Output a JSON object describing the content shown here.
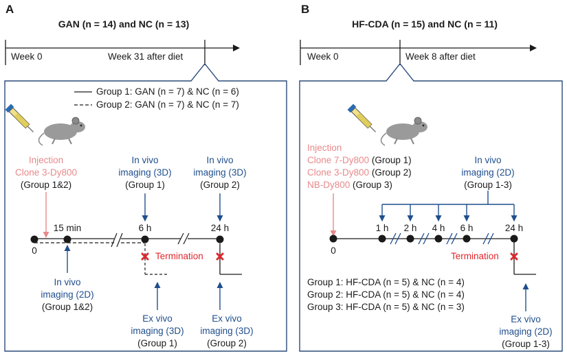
{
  "panel_a": {
    "letter": "A",
    "title": "GAN (n = 14) and NC (n = 13)",
    "week_start": "Week 0",
    "week_end": "Week 31 after diet",
    "legend_group1": "Group 1: GAN (n = 7) & NC (n = 6)",
    "legend_group2": "Group 2: GAN (n = 7) & NC (n = 7)",
    "injection": "Injection",
    "clone": "Clone 3-Dy800",
    "injection_group": "(Group 1&2)",
    "t0": "0",
    "t15": "15 min",
    "t6": "6 h",
    "t24": "24 h",
    "invivo_3d_1_line1": "In vivo",
    "invivo_3d_1_line2": "imaging (3D)",
    "invivo_3d_1_group": "(Group 1)",
    "invivo_3d_2_line1": "In vivo",
    "invivo_3d_2_line2": "imaging (3D)",
    "invivo_3d_2_group": "(Group 2)",
    "invivo_2d_line1": "In vivo",
    "invivo_2d_line2": "imaging (2D)",
    "invivo_2d_group": "(Group 1&2)",
    "termination": "Termination",
    "exvivo_1_line1": "Ex vivo",
    "exvivo_1_line2": "imaging (3D)",
    "exvivo_1_group": "(Group 1)",
    "exvivo_2_line1": "Ex vivo",
    "exvivo_2_line2": "imaging (3D)",
    "exvivo_2_group": "(Group 2)"
  },
  "panel_b": {
    "letter": "B",
    "title": "HF-CDA (n = 15) and NC (n = 11)",
    "week_start": "Week 0",
    "week_end": "Week 8 after diet",
    "injection": "Injection",
    "clone7": "Clone 7-Dy800",
    "clone7_group": "(Group 1)",
    "clone3": "Clone 3-Dy800",
    "clone3_group": "(Group 2)",
    "nb": "NB-Dy800",
    "nb_group": "(Group 3)",
    "invivo_2d_line1": "In vivo",
    "invivo_2d_line2": "imaging (2D)",
    "invivo_2d_group": "(Group 1-3)",
    "t0": "0",
    "t1": "1 h",
    "t2": "2 h",
    "t4": "4 h",
    "t6": "6 h",
    "t24": "24 h",
    "termination": "Termination",
    "group1": "Group 1: HF-CDA (n = 5) & NC (n = 4)",
    "group2": "Group 2: HF-CDA (n = 5) & NC (n = 4)",
    "group3": "Group 3: HF-CDA (n = 5) & NC (n = 3)",
    "exvivo_line1": "Ex vivo",
    "exvivo_line2": "imaging (2D)",
    "exvivo_group": "(Group 1-3)"
  },
  "colors": {
    "blue": "#1f4e8c",
    "pink": "#e8898b",
    "red": "#e0282e",
    "black": "#1a1a1a"
  }
}
